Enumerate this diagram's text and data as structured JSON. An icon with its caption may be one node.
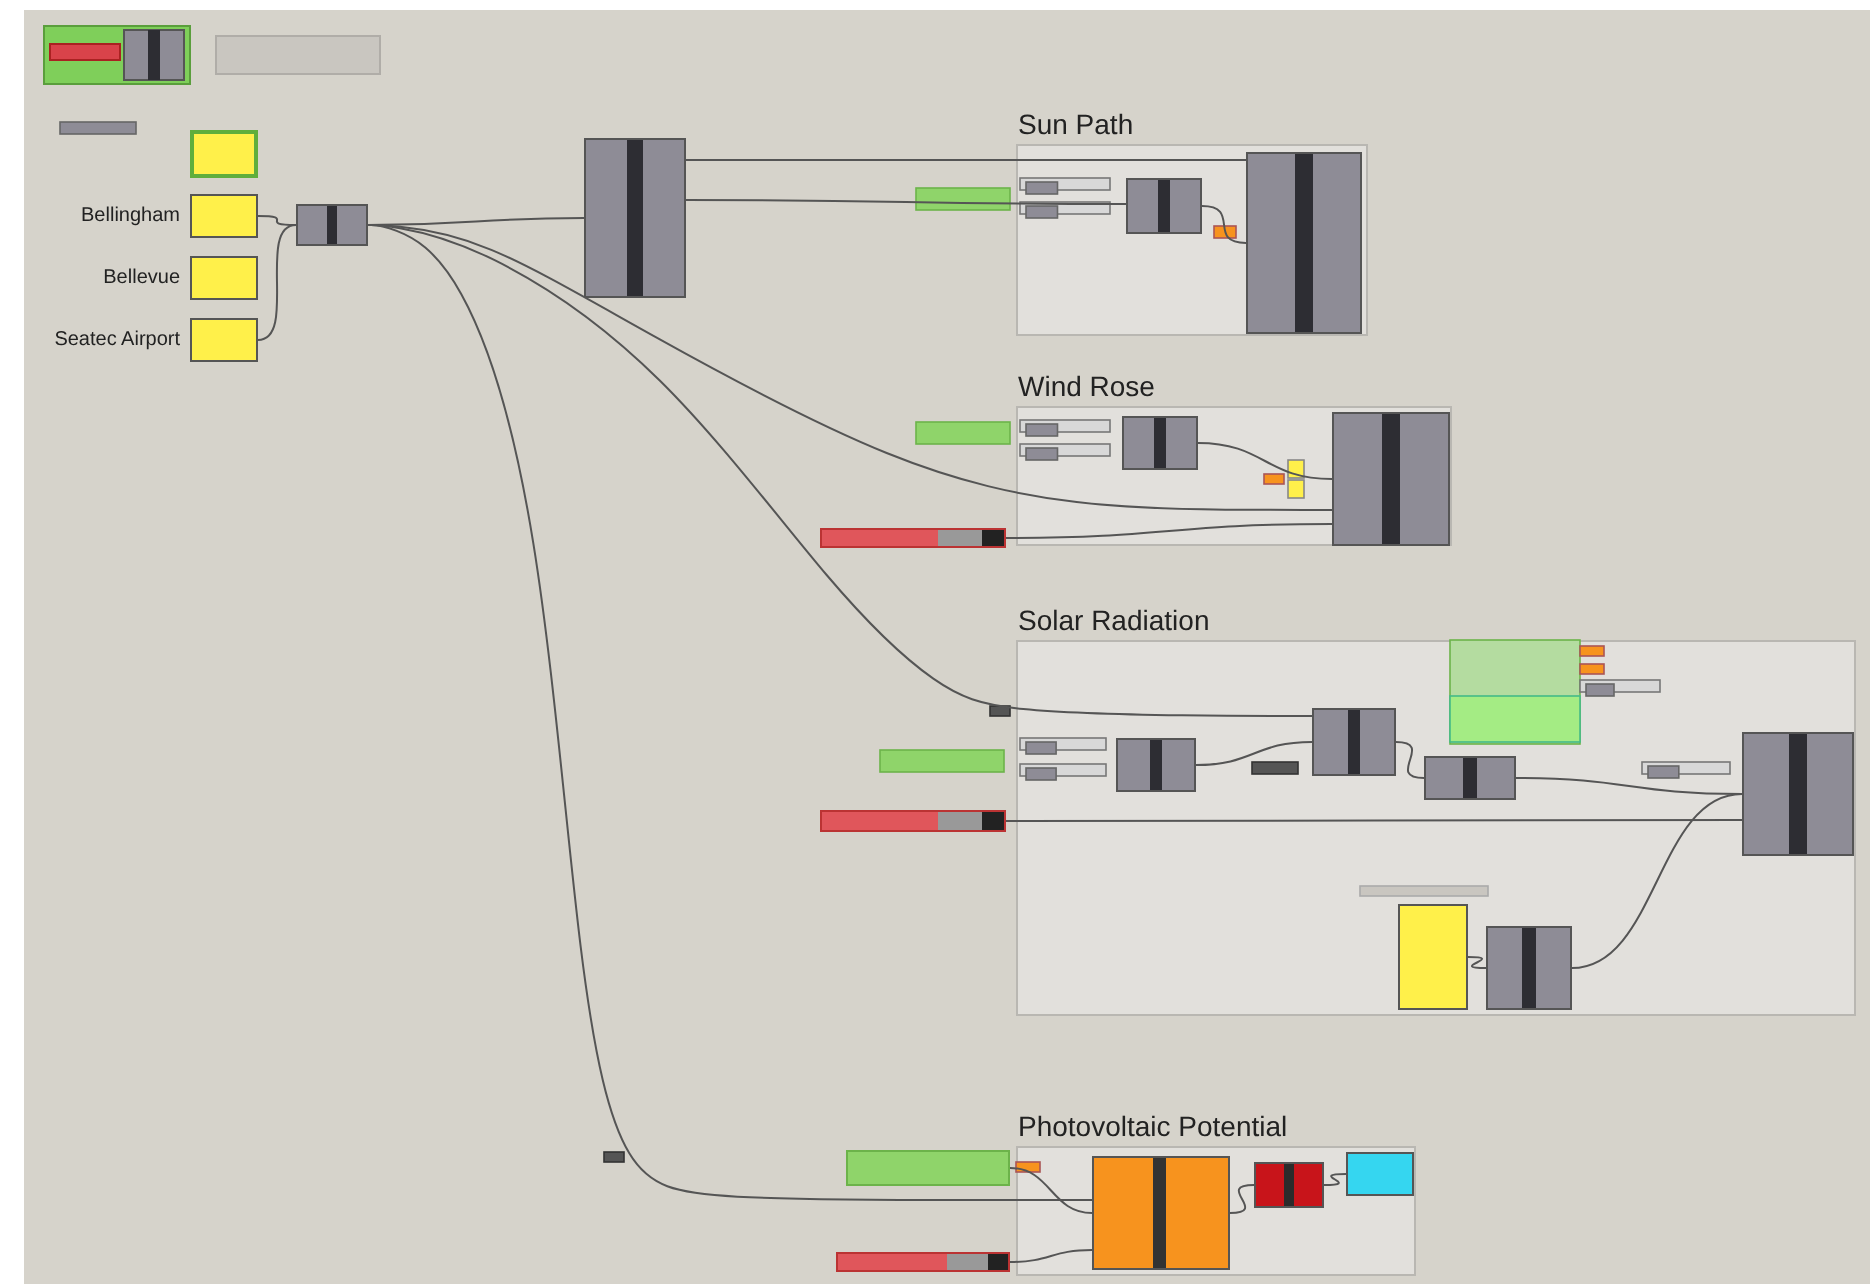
{
  "diagram": {
    "nodes": [
      {
        "text": [
          "Sun Path"
        ]
      },
      {
        "text": [
          "Wind Rose"
        ]
      },
      {
        "text": [
          "Solar Radiation"
        ]
      },
      {
        "text": [
          "Photovoltaic Potential"
        ]
      },
      {
        "text": [
          "Bellingham"
        ]
      },
      {
        "text": [
          "Bellevue"
        ]
      },
      {
        "text": [
          "Seatec Airport"
        ]
      },
      {
        "text": [],
        "shape": "box"
      },
      {
        "text": [],
        "shape": "box"
      },
      {
        "text": [],
        "shape": "box"
      },
      {
        "text": [],
        "shape": "box",
        "in": 0
      },
      {
        "text": [],
        "shape": "box",
        "in": 0
      },
      {
        "text": [],
        "shape": "box",
        "in": 1
      },
      {
        "text": [],
        "shape": "box",
        "in": 1
      },
      {
        "text": [],
        "shape": "box",
        "in": 2
      },
      {
        "text": [],
        "shape": "box",
        "in": 2
      },
      {
        "text": [],
        "shape": "box",
        "in": 2
      },
      {
        "text": [],
        "shape": "box",
        "in": 3
      },
      {
        "text": [],
        "shape": "box",
        "in": 3
      },
      {
        "text": [],
        "shape": "box",
        "in": 3
      },
      {
        "text": [],
        "shape": "box"
      },
      {
        "text": [],
        "shape": "box"
      },
      {
        "text": [],
        "shape": "box"
      },
      {
        "text": [],
        "shape": "box"
      },
      {
        "text": [],
        "shape": "box",
        "in": 2
      },
      {
        "text": [],
        "shape": "box",
        "in": 2
      },
      {
        "text": [],
        "shape": "box",
        "in": 2
      }
    ],
    "edges": [
      {
        "from": 4,
        "to": 8,
        "arrow": "none"
      },
      {
        "from": 6,
        "to": 8,
        "arrow": "none"
      },
      {
        "from": 8,
        "to": 9,
        "arrow": "none"
      },
      {
        "from": 8,
        "to": 13,
        "arrow": "none"
      },
      {
        "from": 8,
        "to": 25,
        "arrow": "none"
      },
      {
        "from": 8,
        "to": 17,
        "arrow": "none"
      },
      {
        "from": 9,
        "to": 11,
        "arrow": "none"
      },
      {
        "from": 9,
        "to": 10,
        "arrow": "none"
      },
      {
        "from": 10,
        "to": 11,
        "arrow": "none"
      },
      {
        "from": 12,
        "to": 13,
        "arrow": "none"
      },
      {
        "from": 21,
        "to": 13,
        "arrow": "none"
      },
      {
        "from": 22,
        "to": 14,
        "arrow": "none"
      },
      {
        "from": 24,
        "to": 25,
        "arrow": "none"
      },
      {
        "from": 25,
        "to": 26,
        "arrow": "none"
      },
      {
        "from": 26,
        "to": 14,
        "arrow": "none"
      },
      {
        "from": 15,
        "to": 16,
        "arrow": "none"
      },
      {
        "from": 16,
        "to": 14,
        "arrow": "none"
      },
      {
        "from": 20,
        "to": 17,
        "arrow": "none"
      },
      {
        "from": 23,
        "to": 17,
        "arrow": "none"
      },
      {
        "from": 17,
        "to": 18,
        "arrow": "none"
      },
      {
        "from": 18,
        "to": 19,
        "arrow": "none"
      }
    ]
  }
}
